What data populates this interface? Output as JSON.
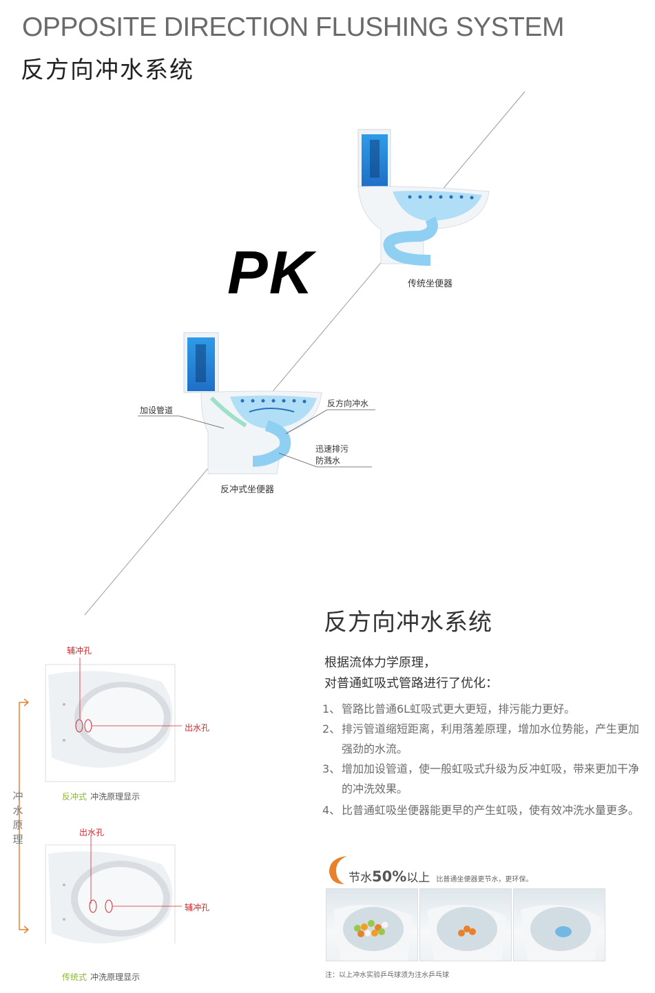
{
  "header": {
    "title_en": "OPPOSITE DIRECTION FLUSHING SYSTEM",
    "title_cn": "反方向冲水系统"
  },
  "comparison": {
    "pk": "PK",
    "traditional_caption": "传统坐便器",
    "reverse_caption": "反冲式坐便器",
    "callouts": {
      "add_pipe": "加设管道",
      "reverse_flush": "反方向冲水",
      "fast_drain_1": "迅速排污",
      "fast_drain_2": "防溅水"
    }
  },
  "system": {
    "title": "反方向冲水系统",
    "intro_1": "根据流体力学原理，",
    "intro_2": "对普通虹吸式管路进行了优化：",
    "points": [
      {
        "num": "1、",
        "text": "管路比普通6L虹吸式更大更短，排污能力更好。"
      },
      {
        "num": "2、",
        "text": "排污管道缩短距离，利用落差原理，增加水位势能，产生更加强劲的水流。"
      },
      {
        "num": "3、",
        "text": "增加加设管道，使一般虹吸式升级为反冲虹吸，带来更加干净的冲洗效果。"
      },
      {
        "num": "4、",
        "text": "比普通虹吸坐便器能更早的产生虹吸，使有效冲洗水量更多。"
      }
    ]
  },
  "principle": {
    "vertical_label": "冲水原理",
    "top": {
      "aux_hole": "辅冲孔",
      "out_hole": "出水孔",
      "type": "反冲式",
      "desc": "冲洗原理显示"
    },
    "bottom": {
      "out_hole": "出水孔",
      "aux_hole": "辅冲孔",
      "type": "传统式",
      "desc": "冲洗原理显示"
    }
  },
  "saving": {
    "prefix": "节水",
    "percent": "50%",
    "suffix": "以上",
    "note": "比普通坐便器更节水，更环保。",
    "footnote": "注：以上冲水实验乒乓球须为注水乒乓球"
  },
  "colors": {
    "water_blue": "#4aa8e6",
    "arrow_orange": "#e8812c",
    "label_red": "#d3262a",
    "label_green": "#8cb832"
  }
}
